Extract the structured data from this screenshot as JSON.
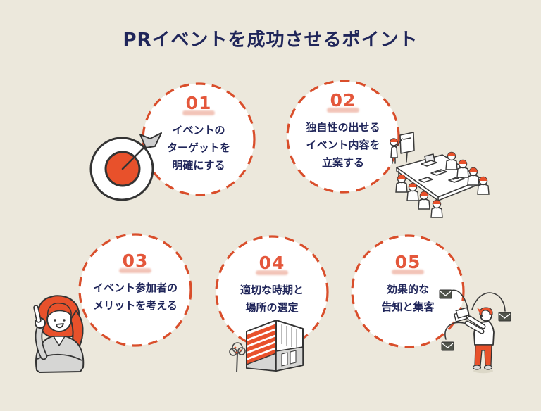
{
  "title": "PRイベントを成功させるポイント",
  "points": [
    {
      "number": "01",
      "lines": [
        "イベントの",
        "ターゲットを",
        "明確にする"
      ],
      "illustration": "dart-target"
    },
    {
      "number": "02",
      "lines": [
        "独自性の出せる",
        "イベント内容を",
        "立案する"
      ],
      "illustration": "conference-meeting"
    },
    {
      "number": "03",
      "lines": [
        "イベント参加者の",
        "メリットを考える"
      ],
      "illustration": "pointing-businesswoman"
    },
    {
      "number": "04",
      "lines": [
        "適切な時期と",
        "場所の選定"
      ],
      "illustration": "commercial-building"
    },
    {
      "number": "05",
      "lines": [
        "効果的な",
        "告知と集客"
      ],
      "illustration": "mail-announcement-person"
    }
  ],
  "colors": {
    "background": "#ECE8DC",
    "circle_fill": "#FFFFFF",
    "circle_dash": "#D94E2B",
    "number": "#E4573B",
    "number_swoosh": "#F2C4B8",
    "text_navy": "#20265A",
    "illustration_accent": "#E8512B",
    "illustration_line": "#333333",
    "illustration_gray": "#D6D6D4"
  }
}
